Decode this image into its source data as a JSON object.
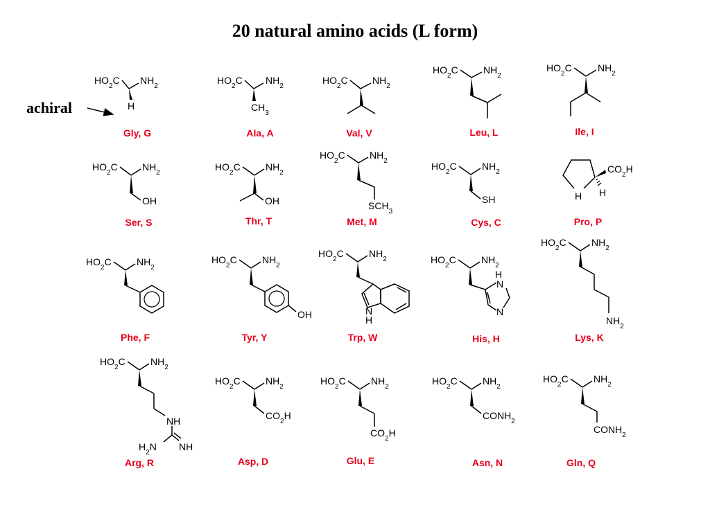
{
  "title": "20 natural amino acids (L form)",
  "annotation": {
    "text": "achiral"
  },
  "amino_acids": [
    {
      "name": "Gly, G"
    },
    {
      "name": "Ala, A"
    },
    {
      "name": "Val, V"
    },
    {
      "name": "Leu, L"
    },
    {
      "name": "Ile, I"
    },
    {
      "name": "Ser, S"
    },
    {
      "name": "Thr, T"
    },
    {
      "name": "Met, M"
    },
    {
      "name": "Cys, C"
    },
    {
      "name": "Pro, P"
    },
    {
      "name": "Phe, F"
    },
    {
      "name": "Tyr, Y"
    },
    {
      "name": "Trp, W"
    },
    {
      "name": "His, H"
    },
    {
      "name": "Lys, K"
    },
    {
      "name": "Arg, R"
    },
    {
      "name": "Asp, D"
    },
    {
      "name": "Glu, E"
    },
    {
      "name": "Asn, N"
    },
    {
      "name": "Gln, Q"
    }
  ],
  "colors": {
    "label": "#e8001c",
    "text": "#000000"
  },
  "chem_labels": {
    "ho2c": "HO2C",
    "nh2": "NH2",
    "h": "H",
    "ch3": "CH3",
    "oh": "OH",
    "sh": "SH",
    "sch3": "SCH3",
    "co2h": "CO2H",
    "conh2": "CONH2",
    "nh": "NH",
    "n": "N",
    "h2n": "H2N"
  }
}
